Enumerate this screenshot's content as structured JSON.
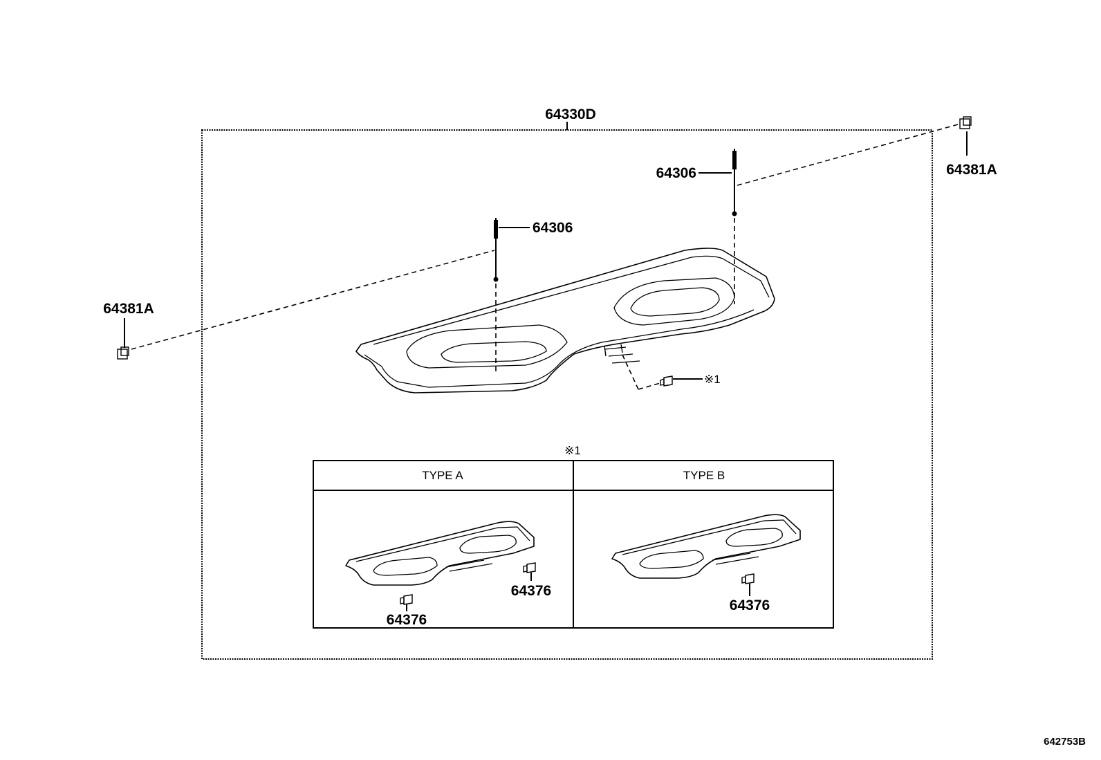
{
  "parts": {
    "assembly": "64330D",
    "rod_left": "64306",
    "rod_right": "64306",
    "clip_left": "64381A",
    "clip_right": "64381A",
    "ref_mark_main": "※1",
    "ref_mark_table": "※1"
  },
  "variant_table": {
    "type_a": {
      "header": "TYPE A",
      "part_1": "64376",
      "part_2": "64376"
    },
    "type_b": {
      "header": "TYPE B",
      "part_1": "64376"
    }
  },
  "sheet_number": "642753B"
}
